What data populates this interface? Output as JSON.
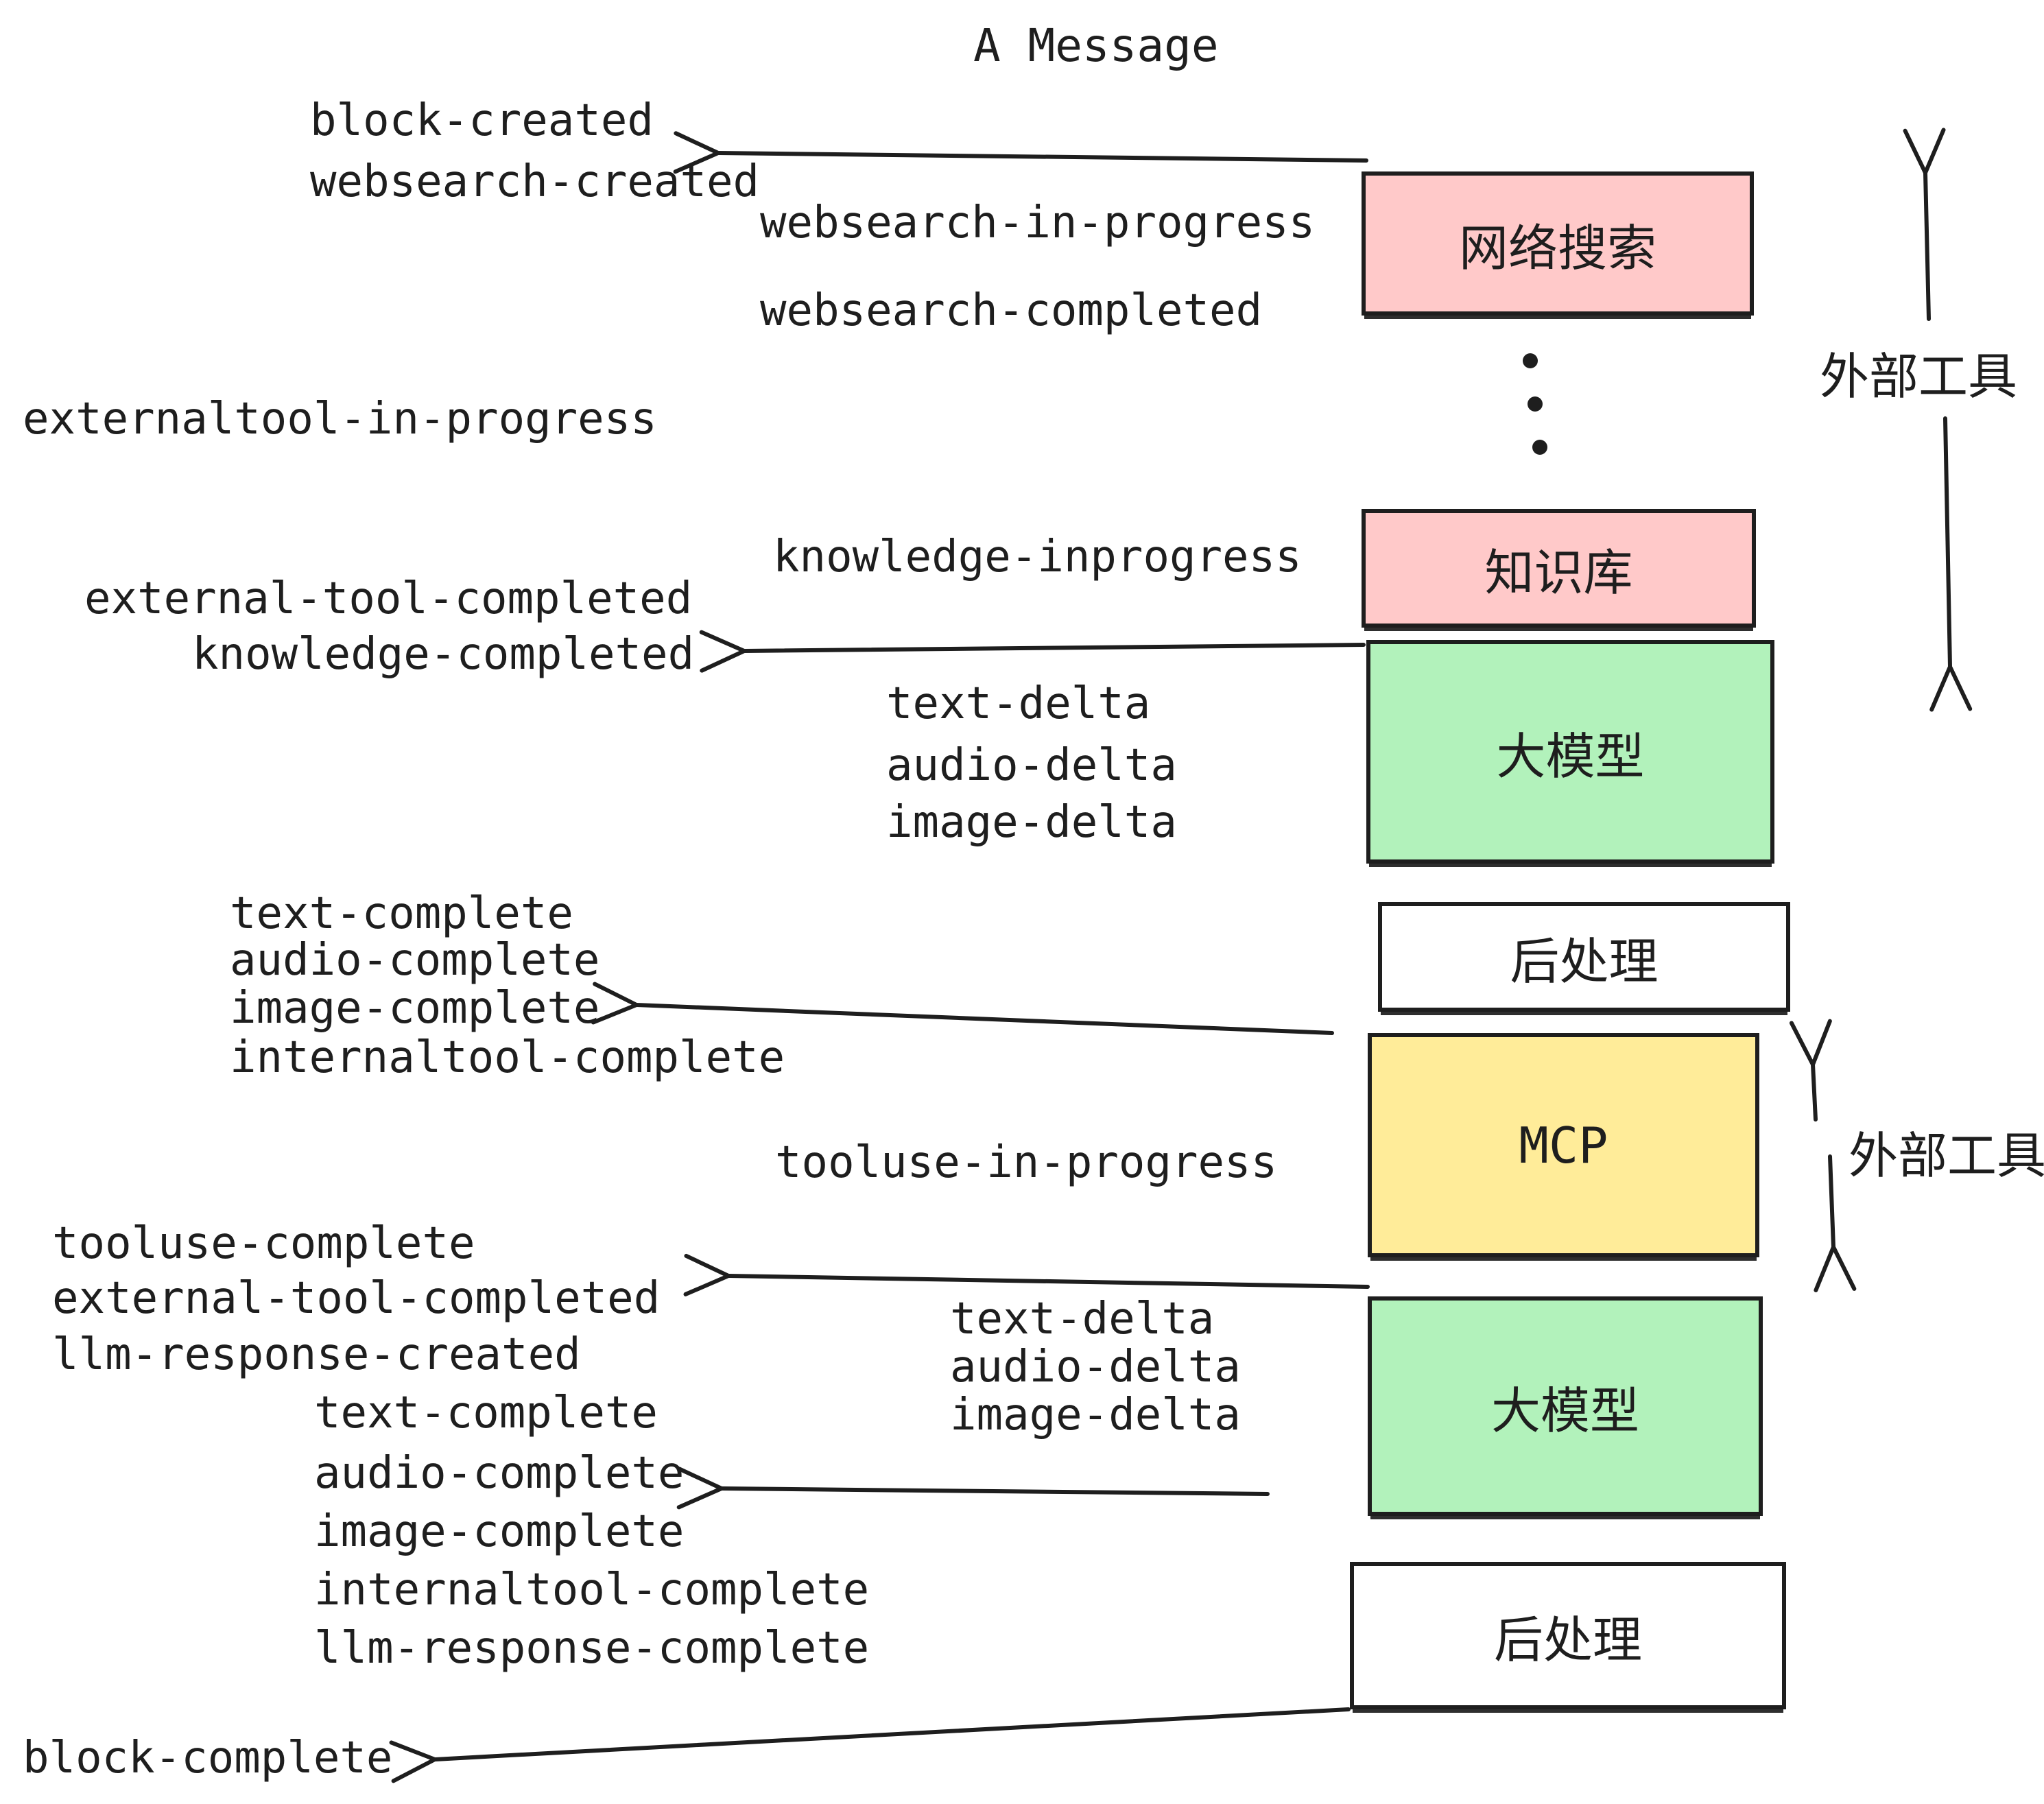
{
  "title": "A Message",
  "colors": {
    "ink": "#1e1e1e",
    "box_pink": "#ffc9c9",
    "box_green": "#b2f2bb",
    "box_yellow": "#ffec99",
    "box_white": "#ffffff"
  },
  "boxes": {
    "websearch": {
      "label": "网络搜索",
      "color": "#ffc9c9"
    },
    "knowledge": {
      "label": "知识库",
      "color": "#ffc9c9"
    },
    "llm1": {
      "label": "大模型",
      "color": "#b2f2bb"
    },
    "post1": {
      "label": "后处理",
      "color": "#ffffff"
    },
    "mcp": {
      "label": "MCP",
      "color": "#ffec99"
    },
    "llm2": {
      "label": "大模型",
      "color": "#b2f2bb"
    },
    "post2": {
      "label": "后处理",
      "color": "#ffffff"
    }
  },
  "annotations": {
    "external_tools_1": "外部工具",
    "external_tools_2": "外部工具"
  },
  "events": {
    "block_created": "block-created",
    "websearch_created": "websearch-created",
    "websearch_in_progress": "websearch-in-progress",
    "websearch_completed": "websearch-completed",
    "externaltool_in_progress": "externaltool-in-progress",
    "knowledge_inprogress": "knowledge-inprogress",
    "external_tool_completed_1": "external-tool-completed",
    "knowledge_completed": "knowledge-completed",
    "text_delta_1": "text-delta",
    "audio_delta_1": "audio-delta",
    "image_delta_1": "image-delta",
    "text_complete_1": "text-complete",
    "audio_complete_1": "audio-complete",
    "image_complete_1": "image-complete",
    "internaltool_complete_1": "internaltool-complete",
    "tooluse_in_progress": "tooluse-in-progress",
    "tooluse_complete": "tooluse-complete",
    "external_tool_completed_2": "external-tool-completed",
    "llm_response_created": "llm-response-created",
    "text_delta_2": "text-delta",
    "audio_delta_2": "audio-delta",
    "image_delta_2": "image-delta",
    "text_complete_2": "text-complete",
    "audio_complete_2": "audio-complete",
    "image_complete_2": "image-complete",
    "internaltool_complete_2": "internaltool-complete",
    "llm_response_complete": "llm-response-complete",
    "block_complete": "block-complete"
  }
}
